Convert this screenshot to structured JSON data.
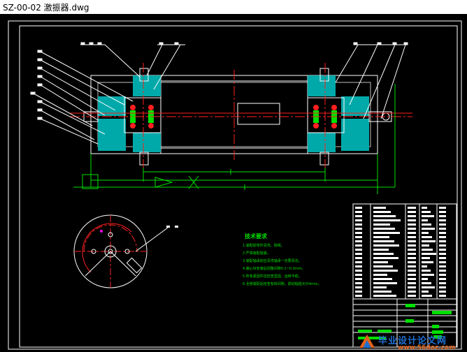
{
  "window": {
    "title": "SZ-00-02 激振器.dwg"
  },
  "drawing": {
    "technical_requirements": {
      "heading": "技术要求",
      "items": [
        "1.装配前零件清洗、除锈。",
        "2.严禁装配错装。",
        "3.装配轴承前应清洗轴承一定要清洁。",
        "4.偏心块安装后调整间隙0.1~0.3mm。",
        "5.所有紧固件应检查坚固、运转平稳。",
        "6.全部装配后检查有效间隙，振动幅值允许4mm。"
      ]
    },
    "colors": {
      "background": "#000000",
      "outline": "#ffffff",
      "part_fill": "#00a9a9",
      "dimension": "#00e000",
      "centerline": "#ff2020",
      "table_text": "#00e000",
      "leader": "#ffffff",
      "section": "#ff00ff"
    }
  },
  "watermark": {
    "title": "毕业设计论文网",
    "url": "www.56doc.com"
  }
}
